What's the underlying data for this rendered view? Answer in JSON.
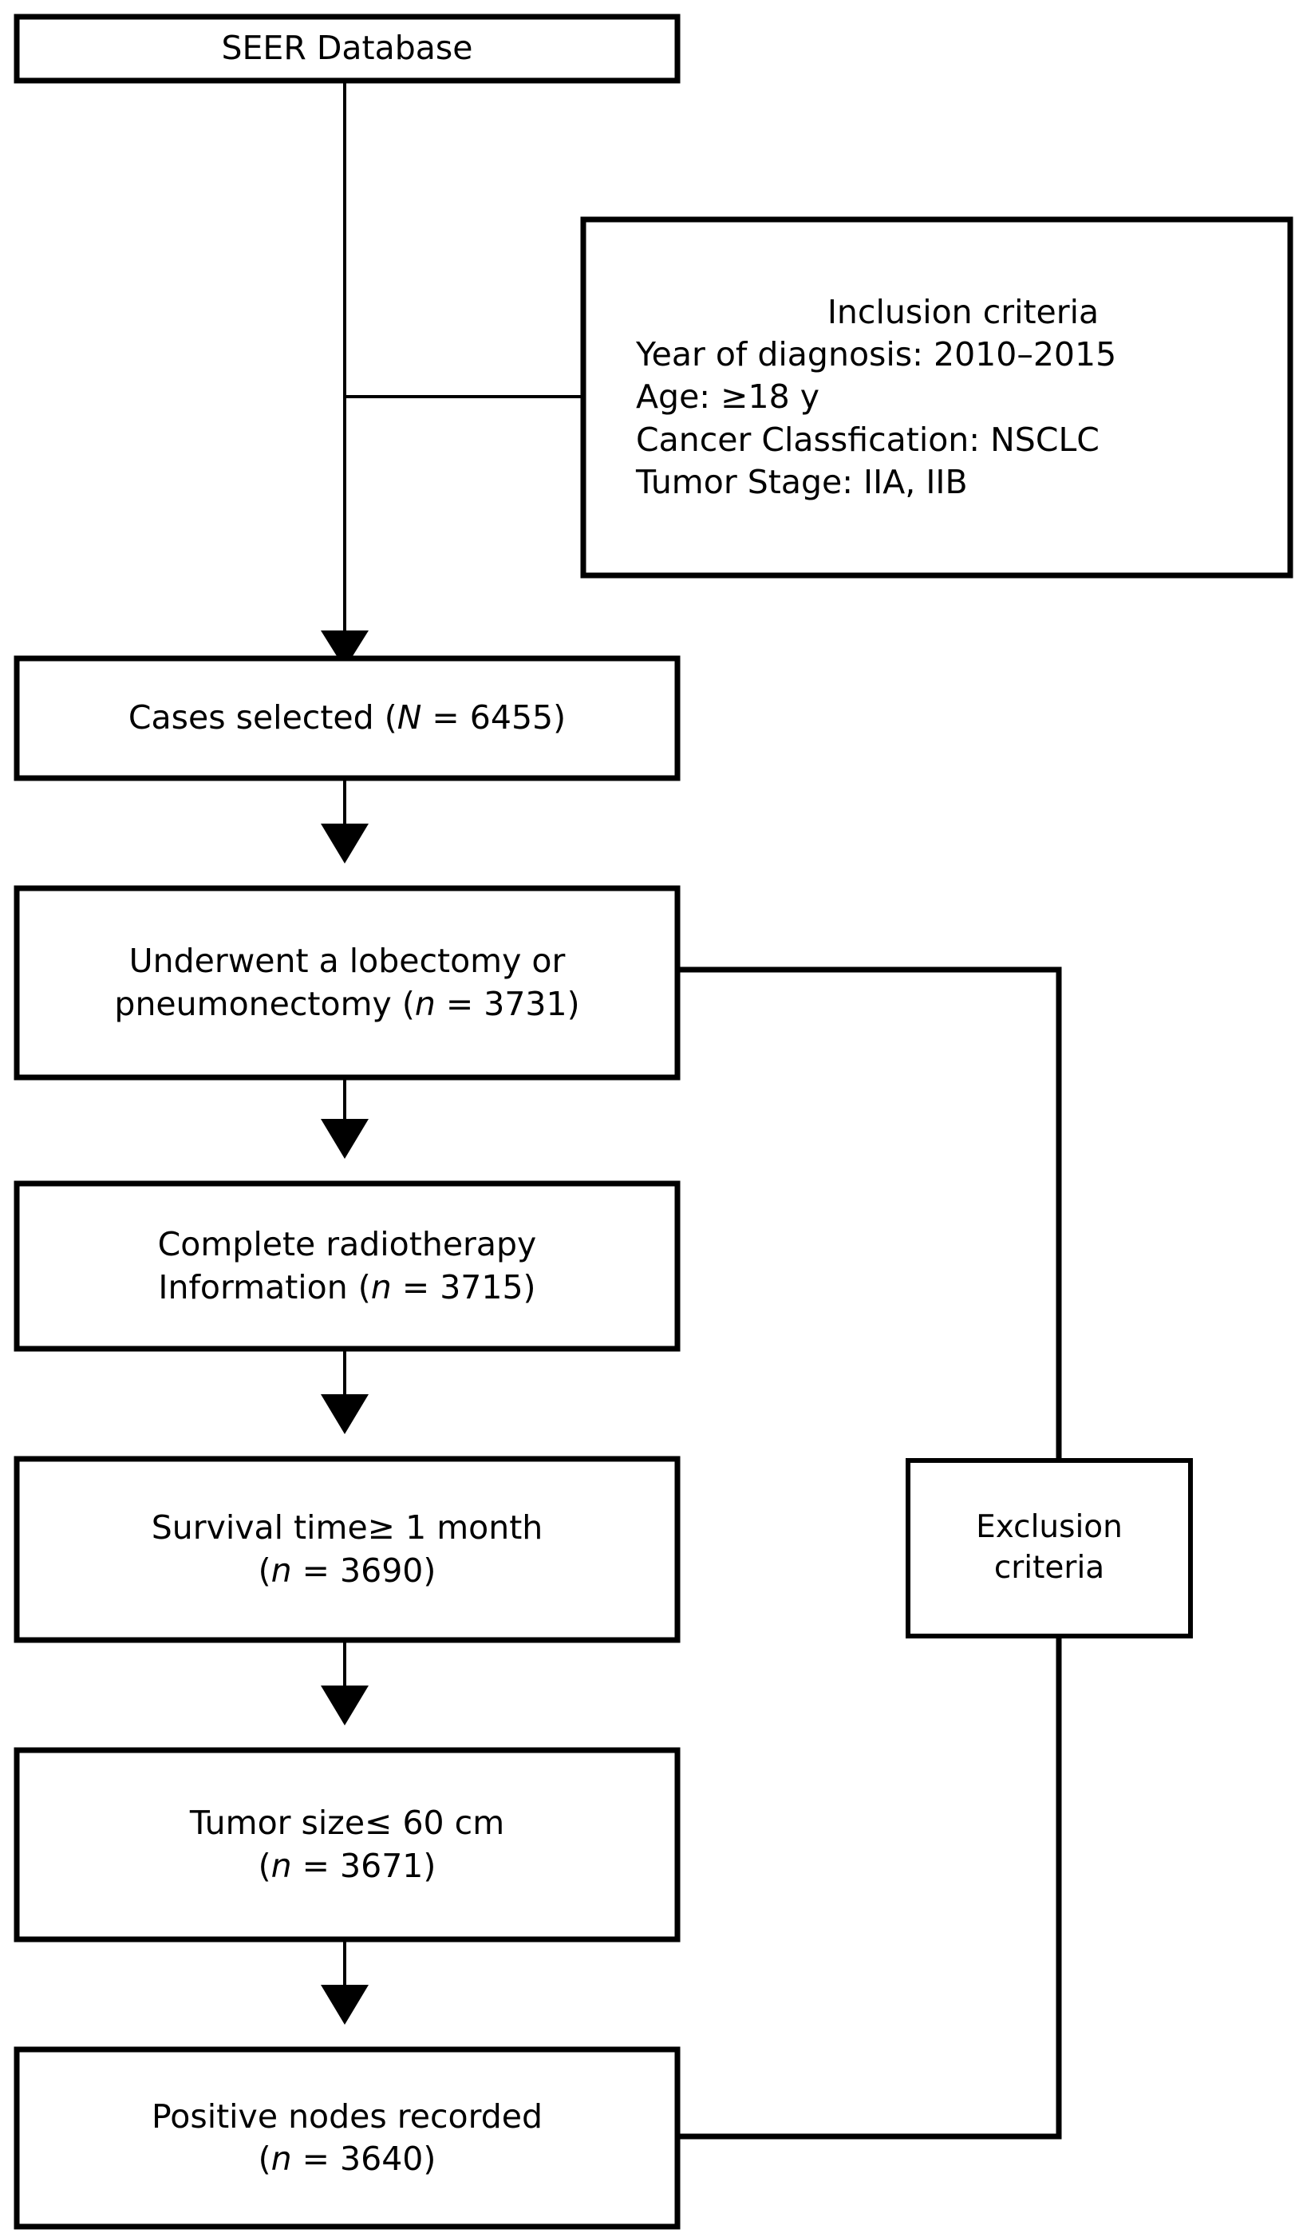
{
  "figure": {
    "type": "flowchart",
    "title": "SEER cohort selection flowchart",
    "colors": {
      "stroke": "#000000",
      "fill": "#ffffff",
      "text": "#000000"
    }
  },
  "nodes": {
    "seer_database": {
      "label": "SEER Database",
      "lines": [
        "SEER Database"
      ]
    },
    "inclusion_criteria": {
      "heading": "Inclusion criteria",
      "items": [
        "Year of diagnosis: 2010–2015",
        "Age: ≥18 y",
        "Cancer Classfication: NSCLC",
        "Tumor Stage: IIA, IIB"
      ]
    },
    "cases_selected": {
      "text": "Cases selected (",
      "symbol": "N",
      "value": " = 6455)",
      "full": "Cases selected (N = 6455)",
      "count": 6455,
      "count_symbol": "N"
    },
    "lobectomy": {
      "line1": "Underwent a lobectomy or",
      "line2_pre": "pneumonectomy (",
      "symbol": "n",
      "line2_post": " = 3731)",
      "full": "Underwent a lobectomy or pneumonectomy (n = 3731)",
      "count": 3731,
      "count_symbol": "n"
    },
    "radiotherapy": {
      "line1": "Complete radiotherapy",
      "line2_pre": "Information (",
      "symbol": "n",
      "line2_post": " = 3715)",
      "full": "Complete radiotherapy Information (n = 3715)",
      "count": 3715,
      "count_symbol": "n"
    },
    "survival_time": {
      "line1": "Survival time≥ 1 month",
      "line2_pre": "(",
      "symbol": "n",
      "line2_post": " = 3690)",
      "full": "Survival time≥ 1 month (n = 3690)",
      "count": 3690,
      "count_symbol": "n"
    },
    "tumor_size": {
      "line1": "Tumor size≤ 60 cm",
      "line2_pre": "(",
      "symbol": "n",
      "line2_post": " = 3671)",
      "full": "Tumor size≤ 60 cm (n = 3671)",
      "count": 3671,
      "count_symbol": "n"
    },
    "positive_nodes": {
      "line1": "Positive nodes recorded",
      "line2_pre": "(",
      "symbol": "n",
      "line2_post": " = 3640)",
      "full": "Positive nodes recorded (n = 3640)",
      "count": 3640,
      "count_symbol": "n"
    },
    "exclusion_criteria": {
      "line1": "Exclusion",
      "line2": "criteria",
      "full": "Exclusion criteria"
    }
  },
  "edges": [
    {
      "from": "seer_database",
      "to": "cases_selected",
      "style": "arrow-down"
    },
    {
      "from": "inclusion_criteria",
      "to": "seer_database_stem",
      "style": "plain-left"
    },
    {
      "from": "cases_selected",
      "to": "lobectomy",
      "style": "arrow-down"
    },
    {
      "from": "lobectomy",
      "to": "radiotherapy",
      "style": "arrow-down"
    },
    {
      "from": "radiotherapy",
      "to": "survival_time",
      "style": "arrow-down"
    },
    {
      "from": "survival_time",
      "to": "tumor_size",
      "style": "arrow-down"
    },
    {
      "from": "tumor_size",
      "to": "positive_nodes",
      "style": "arrow-down"
    },
    {
      "from": "lobectomy",
      "to": "exclusion_criteria",
      "style": "elbow-right"
    },
    {
      "from": "positive_nodes",
      "to": "exclusion_criteria",
      "style": "elbow-right"
    }
  ]
}
